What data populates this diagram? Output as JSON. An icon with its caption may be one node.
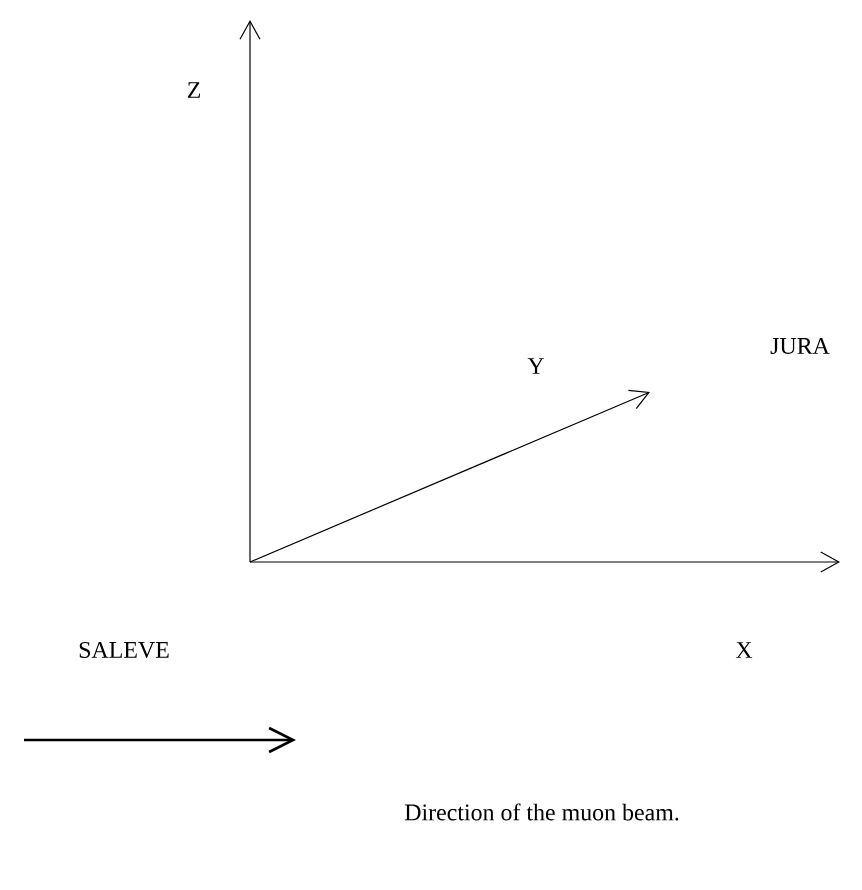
{
  "diagram": {
    "labels": [
      "Z",
      "Y",
      "JURA",
      "SALEVE",
      "X",
      "Direction of the muon beam."
    ]
  }
}
